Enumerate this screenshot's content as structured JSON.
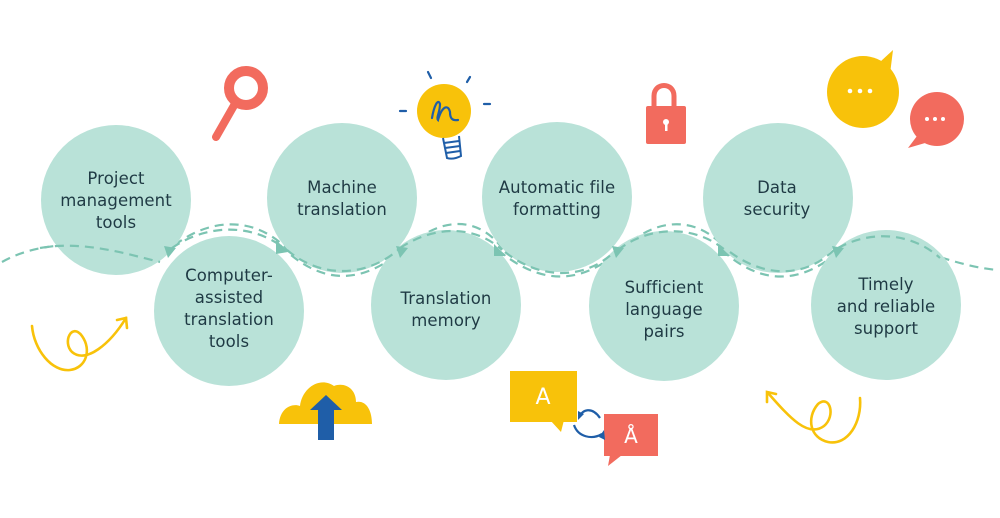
{
  "diagram": {
    "type": "process-flow",
    "title": "",
    "palette": {
      "circle_fill": "#b9e2d8",
      "connector": "#7cc4b2",
      "label_text": "#1f3a44",
      "accent_red": "#f26b5e",
      "accent_yellow": "#f8c20a",
      "accent_blue": "#1f5ea8"
    },
    "nodes": [
      {
        "id": "project-management-tools",
        "lines": [
          "Project",
          "management",
          "tools"
        ]
      },
      {
        "id": "computer-assisted-translation-tools",
        "lines": [
          "Computer-",
          "assisted",
          "translation",
          "tools"
        ]
      },
      {
        "id": "machine-translation",
        "lines": [
          "Machine",
          "translation"
        ]
      },
      {
        "id": "translation-memory",
        "lines": [
          "Translation",
          "memory"
        ]
      },
      {
        "id": "automatic-file-formatting",
        "lines": [
          "Automatic file",
          "formatting"
        ]
      },
      {
        "id": "sufficient-language-pairs",
        "lines": [
          "Sufficient",
          "language",
          "pairs"
        ]
      },
      {
        "id": "data-security",
        "lines": [
          "Data",
          "security"
        ]
      },
      {
        "id": "timely-and-reliable-support",
        "lines": [
          "Timely",
          "and reliable",
          "support"
        ]
      }
    ],
    "decorations": [
      {
        "name": "magnifier-icon"
      },
      {
        "name": "lightbulb-icon"
      },
      {
        "name": "padlock-icon"
      },
      {
        "name": "chat-bubble-yellow-icon",
        "text": "..."
      },
      {
        "name": "chat-bubble-red-icon",
        "text": "..."
      },
      {
        "name": "cloud-upload-icon"
      },
      {
        "name": "translate-bubbles-icon",
        "source_letter": "A",
        "target_letter": "Å"
      },
      {
        "name": "squiggle-arrow-left-icon"
      },
      {
        "name": "squiggle-arrow-right-icon"
      }
    ]
  }
}
